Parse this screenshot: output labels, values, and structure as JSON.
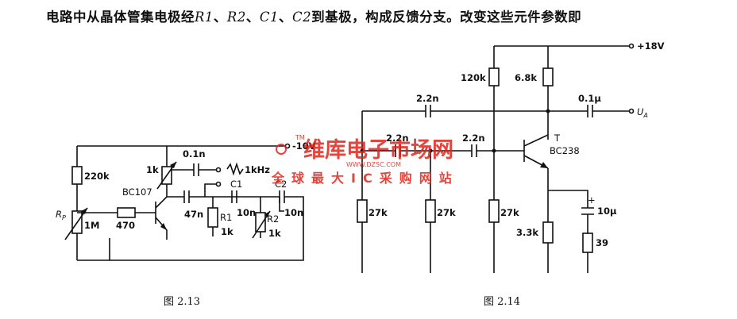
{
  "heading": {
    "part1": "电路中从晶体管集电极经",
    "r1": "R1",
    "sep1": "、",
    "r2": "R2",
    "sep2": "、",
    "c1": "C1",
    "sep3": "、",
    "c2": "C2",
    "part2": "到基极，构成反馈分支。改变这些元件参数即"
  },
  "fig213": {
    "caption": "图 2.13",
    "r_top": "220k",
    "rp_label": "R",
    "rp_sub": "P",
    "rp_value": "1M",
    "r_base": "470",
    "transistor": "BC107",
    "r_trim": "1k",
    "c_out": "0.1n",
    "signal": "1kHz",
    "supply": "-10V",
    "c_coupling": "47n",
    "r1_label": "R1",
    "r1_value": "1k",
    "c1_label": "C1",
    "c1_value": "10n",
    "r2_label": "R2",
    "r2_value": "1k",
    "c2_label": "C2",
    "c2_value": "10n"
  },
  "fig214": {
    "caption": "图 2.14",
    "supply": "+18V",
    "r_120k": "120k",
    "r_6k8": "6.8k",
    "c_top": "2.2n",
    "c_mid1": "2.2n",
    "c_mid2": "2.2n",
    "c_out": "0.1μ",
    "output": "U",
    "output_sub": "A",
    "transistor_label": "T",
    "transistor": "BC238",
    "r_27k_1": "27k",
    "r_27k_2": "27k",
    "r_27k_3": "27k",
    "c_emitter": "10μ",
    "c_emitter_plus": "+",
    "r_3k3": "3.3k",
    "r_39": "39"
  },
  "watermark": {
    "main": "维库电子市场网",
    "tm": "TM",
    "url": "WWW.DZSC.COM",
    "sub": "全球最大IC采购网站"
  },
  "colors": {
    "line": "#111111",
    "watermark": "#e0251b",
    "background": "#ffffff"
  }
}
